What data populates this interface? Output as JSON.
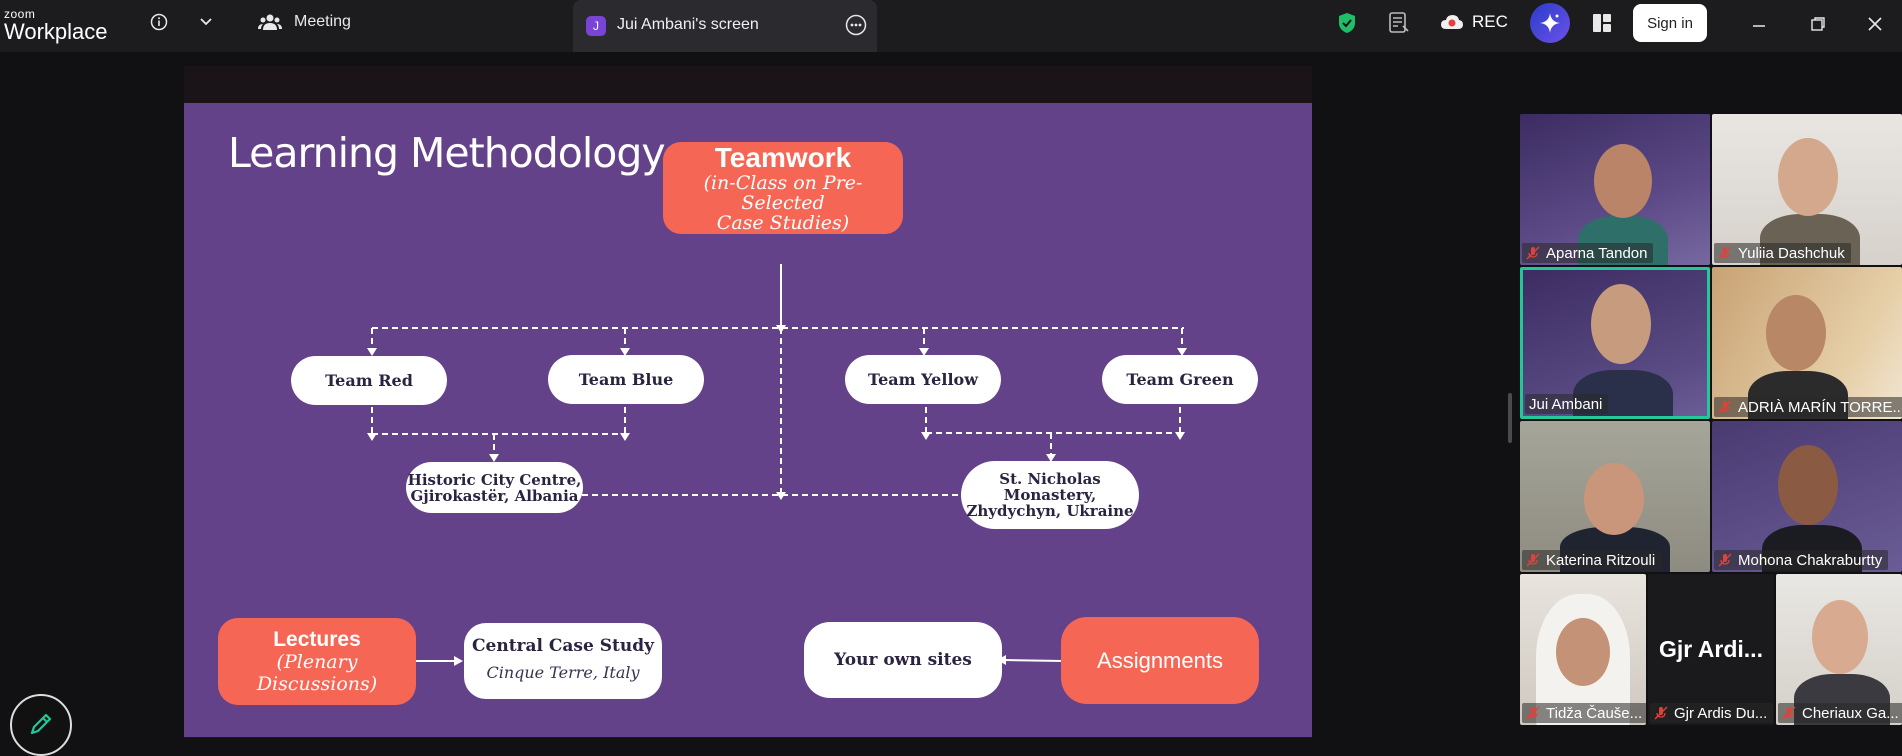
{
  "topbar": {
    "logo_small": "zoom",
    "logo_big": "Workplace",
    "info_icon": "info-icon",
    "meeting_label": "Meeting",
    "share_badge": "J",
    "share_label": "Jui Ambani's screen",
    "rec_label": "REC",
    "signin_label": "Sign in"
  },
  "slide": {
    "title": "Learning Methodology",
    "teamwork": {
      "title": "Teamwork",
      "line1": "(in-Class on Pre-Selected",
      "line2": "Case Studies)"
    },
    "teams": [
      "Team Red",
      "Team Blue",
      "Team Yellow",
      "Team Green"
    ],
    "site_left": {
      "line1": "Historic City Centre,",
      "line2": "Gjirokastër, Albania"
    },
    "site_right": {
      "line1": "St. Nicholas",
      "line2": "Monastery,",
      "line3": "Zhydychyn, Ukraine"
    },
    "lectures": {
      "title": "Lectures",
      "line1": "(Plenary",
      "line2": "Discussions)"
    },
    "central": {
      "title": "Central Case Study",
      "sub": "Cinque Terre, Italy"
    },
    "own_sites": "Your own sites",
    "assignments": "Assignments"
  },
  "participants": [
    {
      "name": "Aparna Tandon",
      "muted": true
    },
    {
      "name": "Yuliia Dashchuk",
      "muted": true
    },
    {
      "name": "Jui Ambani",
      "muted": false,
      "active_speaker": true
    },
    {
      "name": "ADRIÀ MARÍN TORRE...",
      "muted": true
    },
    {
      "name": "Katerina Ritzouli",
      "muted": true
    },
    {
      "name": "Mohona Chakraburtty",
      "muted": true
    },
    {
      "name": "Tidža Čauše...",
      "muted": true
    },
    {
      "name": "Gjr Ardis Du...",
      "muted": true,
      "avatar_text": "Gjr Ardi..."
    },
    {
      "name": "Cheriaux Ga...",
      "muted": true
    }
  ],
  "colors": {
    "accent_coral": "#f66655",
    "slide_bg": "#64428a",
    "active_speaker_border": "#22c79a",
    "muted_red": "#e0413a"
  }
}
